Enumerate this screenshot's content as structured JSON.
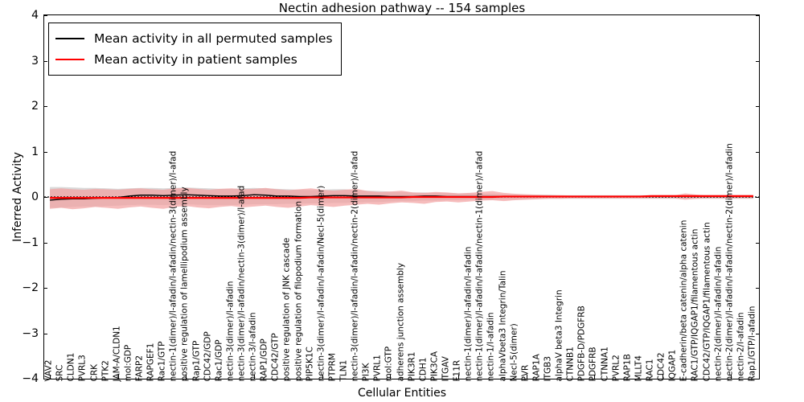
{
  "chart_data": {
    "type": "line",
    "title": "Nectin adhesion pathway -- 154 samples",
    "xlabel": "Cellular Entities",
    "ylabel": "Inferred Activity",
    "ylim": [
      -4,
      4
    ],
    "yticks": [
      -4,
      -3,
      -2,
      -1,
      0,
      1,
      2,
      3,
      4
    ],
    "grid": false,
    "legend_position": "upper left",
    "legend": [
      {
        "label": "Mean activity in all permuted samples",
        "color": "#000000"
      },
      {
        "label": "Mean activity in patient samples",
        "color": "#ff0000"
      }
    ],
    "categories": [
      "VAV2",
      "SRC",
      "CLDN1",
      "PVRL3",
      "CRK",
      "PTK2",
      "JAM-A/CLDN1",
      "mol:GDP",
      "FARP2",
      "RAPGEF1",
      "Rac1/GTP",
      "nectin-1(dimer)/l-afadin/l-afadin/nectin-3(dimer)/l-afad",
      "positive regulation of lamellipodium assembly",
      "Rap1/GTP",
      "CDC42/GDP",
      "Rac1/GDP",
      "nectin-3(dimer)/l-afadin",
      "nectin-3(dimer)/l-afadin/nectin-3(dimer)/l-afad",
      "nectin-3/l-afadin",
      "RAP1/GDP",
      "CDC42/GTP",
      "positive regulation of JNK cascade",
      "positive regulation of filopodium formation",
      "PIP5K1C",
      "nectin-3(dimer)/l-afadin/l-afadin/Necl-5(dimer)",
      "PTPRM",
      "TLN1",
      "nectin-3(dimer)/l-afadin/l-afadin/nectin-2(dimer)/l-afad",
      "PI3K",
      "PVRL1",
      "mol:GTP",
      "adherens junction assembly",
      "PIK3R1",
      "CDH1",
      "PIK3CA",
      "ITGAV",
      "F11R",
      "nectin-1(dimer)/l-afadin/l-afadin",
      "nectin-1(dimer)/l-afadin/l-afadin/nectin-1(dimer)/l-afad",
      "nectin-1/l-afadin",
      "alphaVbeta3 Integrin/Talin",
      "Necl-5(dimer)",
      "PVR",
      "RAP1A",
      "ITGB3",
      "alphaV beta3 Integrin",
      "CTNNB1",
      "PDGFB-D/PDGFRB",
      "PDGFRB",
      "CTNNA1",
      "PVRL2",
      "RAP1B",
      "MLLT4",
      "RAC1",
      "CDC42",
      "IQGAP1",
      "E-cadherin/beta catenin/alpha catenin",
      "RAC1/GTP/IQGAP1/filamentous actin",
      "CDC42/GTP/IQGAP1/filamentous actin",
      "nectin-2(dimer)/l-afadin/l-afadin",
      "nectin-2(dimer)/l-afadin/l-afadin/nectin-2(dimer)/l-afadin",
      "nectin-2/l-afadin",
      "Rap1/GTP/l-afadin"
    ],
    "series": [
      {
        "name": "Mean activity in all permuted samples",
        "color": "#000000",
        "values": [
          -0.07,
          -0.05,
          -0.04,
          -0.04,
          -0.03,
          -0.02,
          -0.01,
          0.02,
          0.04,
          0.04,
          0.03,
          0.04,
          0.05,
          0.04,
          0.03,
          0.02,
          0.02,
          0.03,
          0.05,
          0.04,
          0.02,
          0.02,
          0.01,
          0.01,
          0.02,
          0.03,
          0.03,
          0.02,
          0.02,
          0.02,
          0.01,
          0.01,
          0.01,
          0.02,
          0.02,
          0.01,
          0.01,
          0.01,
          0.01,
          0.01,
          0.01,
          0.01,
          0.01,
          0.01,
          0.01,
          0.01,
          0.01,
          0.01,
          0.01,
          0.01,
          0.01,
          0.01,
          0.01,
          0.01,
          0.01,
          0.01,
          0.01,
          0.01,
          0.01,
          0.01,
          0.01,
          0.01,
          0.01
        ]
      },
      {
        "name": "Mean activity in patient samples",
        "color": "#ff0000",
        "values": [
          -0.02,
          -0.02,
          -0.02,
          -0.02,
          -0.02,
          -0.02,
          -0.02,
          -0.02,
          -0.02,
          -0.02,
          -0.02,
          -0.02,
          -0.02,
          -0.02,
          -0.02,
          -0.02,
          -0.02,
          -0.02,
          -0.02,
          -0.02,
          -0.02,
          -0.02,
          -0.02,
          -0.01,
          -0.01,
          -0.01,
          -0.01,
          -0.01,
          -0.01,
          -0.01,
          -0.01,
          -0.01,
          0.0,
          0.0,
          0.0,
          0.0,
          0.0,
          0.0,
          0.0,
          0.0,
          0.01,
          0.01,
          0.01,
          0.01,
          0.01,
          0.01,
          0.01,
          0.01,
          0.01,
          0.01,
          0.01,
          0.01,
          0.01,
          0.02,
          0.02,
          0.02,
          0.02,
          0.02,
          0.02,
          0.02,
          0.02,
          0.02,
          0.02
        ]
      }
    ],
    "bands": [
      {
        "name": "permuted samples spread",
        "color": "#cccccc",
        "upper": [
          0.22,
          0.22,
          0.21,
          0.2,
          0.2,
          0.19,
          0.18,
          0.19,
          0.2,
          0.2,
          0.19,
          0.2,
          0.21,
          0.2,
          0.19,
          0.18,
          0.18,
          0.19,
          0.2,
          0.19,
          0.18,
          0.17,
          0.16,
          0.15,
          0.16,
          0.17,
          0.17,
          0.15,
          0.14,
          0.13,
          0.12,
          0.11,
          0.1,
          0.1,
          0.09,
          0.09,
          0.08,
          0.08,
          0.07,
          0.07,
          0.06,
          0.06,
          0.05,
          0.05,
          0.05,
          0.04,
          0.04,
          0.04,
          0.04,
          0.04,
          0.04,
          0.04,
          0.04,
          0.04,
          0.04,
          0.04,
          0.04,
          0.04,
          0.04,
          0.04,
          0.04,
          0.04,
          0.04
        ],
        "lower": [
          -0.24,
          -0.23,
          -0.22,
          -0.21,
          -0.21,
          -0.2,
          -0.19,
          -0.18,
          -0.17,
          -0.17,
          -0.18,
          -0.17,
          -0.16,
          -0.17,
          -0.18,
          -0.18,
          -0.18,
          -0.17,
          -0.16,
          -0.16,
          -0.16,
          -0.15,
          -0.15,
          -0.14,
          -0.14,
          -0.13,
          -0.13,
          -0.12,
          -0.11,
          -0.11,
          -0.1,
          -0.09,
          -0.09,
          -0.08,
          -0.08,
          -0.07,
          -0.07,
          -0.06,
          -0.06,
          -0.06,
          -0.05,
          -0.05,
          -0.05,
          -0.04,
          -0.04,
          -0.04,
          -0.04,
          -0.04,
          -0.04,
          -0.04,
          -0.04,
          -0.04,
          -0.04,
          -0.04,
          -0.04,
          -0.04,
          -0.04,
          -0.04,
          -0.04,
          -0.04,
          -0.04,
          -0.04,
          -0.04
        ]
      },
      {
        "name": "patient samples spread",
        "color": "#f2a0a0",
        "upper": [
          0.17,
          0.19,
          0.17,
          0.16,
          0.18,
          0.17,
          0.16,
          0.18,
          0.19,
          0.17,
          0.16,
          0.19,
          0.2,
          0.18,
          0.16,
          0.18,
          0.19,
          0.17,
          0.18,
          0.2,
          0.17,
          0.15,
          0.17,
          0.19,
          0.16,
          0.14,
          0.16,
          0.18,
          0.13,
          0.11,
          0.12,
          0.14,
          0.1,
          0.09,
          0.11,
          0.1,
          0.08,
          0.09,
          0.11,
          0.13,
          0.09,
          0.07,
          0.06,
          0.05,
          0.04,
          0.04,
          0.03,
          0.03,
          0.03,
          0.03,
          0.03,
          0.03,
          0.03,
          0.03,
          0.03,
          0.03,
          0.08,
          0.05,
          0.03,
          0.03,
          0.03,
          0.03,
          0.03
        ],
        "lower": [
          -0.26,
          -0.24,
          -0.27,
          -0.25,
          -0.22,
          -0.24,
          -0.26,
          -0.23,
          -0.21,
          -0.24,
          -0.26,
          -0.22,
          -0.2,
          -0.23,
          -0.25,
          -0.22,
          -0.2,
          -0.23,
          -0.21,
          -0.19,
          -0.22,
          -0.24,
          -0.21,
          -0.18,
          -0.2,
          -0.22,
          -0.19,
          -0.17,
          -0.15,
          -0.17,
          -0.14,
          -0.12,
          -0.13,
          -0.15,
          -0.11,
          -0.1,
          -0.12,
          -0.1,
          -0.08,
          -0.07,
          -0.09,
          -0.07,
          -0.06,
          -0.05,
          -0.04,
          -0.04,
          -0.03,
          -0.03,
          -0.03,
          -0.03,
          -0.03,
          -0.03,
          -0.03,
          -0.03,
          -0.03,
          -0.03,
          -0.06,
          -0.04,
          -0.03,
          -0.03,
          -0.03,
          -0.03,
          -0.03
        ]
      }
    ]
  }
}
